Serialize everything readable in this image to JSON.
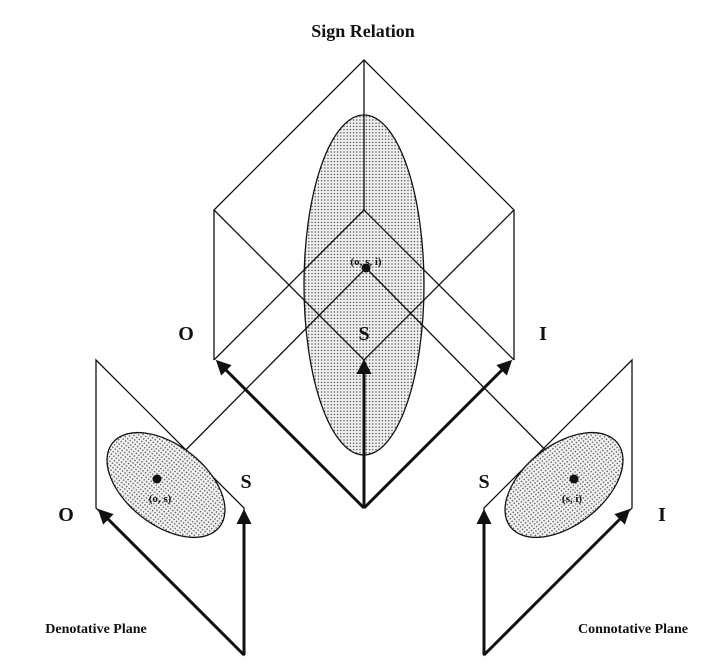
{
  "title": "Sign Relation",
  "cube_labels": {
    "o": "O",
    "s": "S",
    "i": "I"
  },
  "center_point": "(o, s, i)",
  "denotative": {
    "name": "Denotative Plane",
    "o": "O",
    "s": "S",
    "point": "(o, s)"
  },
  "connotative": {
    "name": "Connotative Plane",
    "s": "S",
    "i": "I",
    "point": "(s, i)"
  }
}
